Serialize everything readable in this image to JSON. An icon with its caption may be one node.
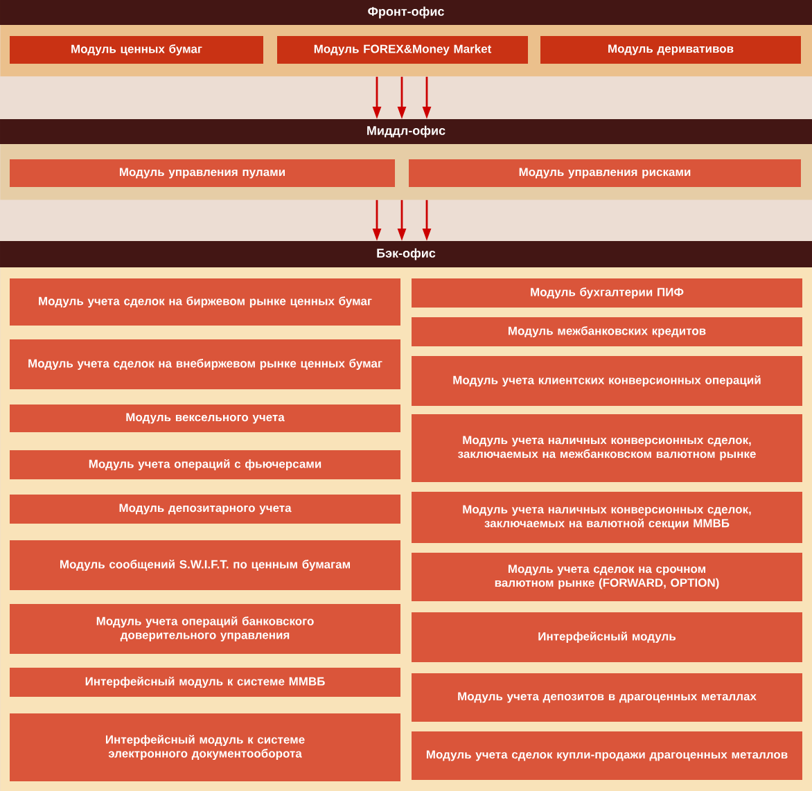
{
  "diagram": {
    "nodes": [
      {
        "text": [
          "Фронт-офис"
        ]
      },
      {
        "text": [
          "Модуль ценных бумаг"
        ],
        "in": 0
      },
      {
        "text": [
          "Модуль FOREX&Money Market"
        ],
        "in": 0
      },
      {
        "text": [
          "Модуль деривативов"
        ],
        "in": 0
      },
      {
        "text": [
          "Миддл-офис"
        ]
      },
      {
        "text": [
          "Модуль управления пулами"
        ],
        "in": 4
      },
      {
        "text": [
          "Модуль управления рисками"
        ],
        "in": 4
      },
      {
        "text": [
          "Бэк-офис"
        ]
      },
      {
        "text": [
          "Модуль учета сделок на биржевом рынке ценных бумаг"
        ],
        "in": 7
      },
      {
        "text": [
          "Модуль учета сделок на внебиржевом рынке ценных бумаг"
        ],
        "in": 7
      },
      {
        "text": [
          "Модуль вексельного учета"
        ],
        "in": 7
      },
      {
        "text": [
          "Модуль учета операций с фьючерсами"
        ],
        "in": 7
      },
      {
        "text": [
          "Модуль депозитарного учета"
        ],
        "in": 7
      },
      {
        "text": [
          "Модуль сообщений S.W.I.F.T. по ценным бумагам"
        ],
        "in": 7
      },
      {
        "text": [
          "Модуль учета операций банковского доверительного управления"
        ],
        "in": 7
      },
      {
        "text": [
          "Интерфейсный модуль к системе ММВБ"
        ],
        "in": 7
      },
      {
        "text": [
          "Интерфейсный модуль к системе электронного документооборота"
        ],
        "in": 7
      },
      {
        "text": [
          "Модуль бухгалтерии ПИФ"
        ],
        "in": 7
      },
      {
        "text": [
          "Модуль межбанковских кредитов"
        ],
        "in": 7
      },
      {
        "text": [
          "Модуль учета клиентских конверсионных операций"
        ],
        "in": 7
      },
      {
        "text": [
          "Модуль учета наличных конверсионных сделок, заключаемых на межбанковском валютном рынке"
        ],
        "in": 7
      },
      {
        "text": [
          "Модуль учета наличных конверсионных сделок, заключаемых на валютной секции ММВБ"
        ],
        "in": 7
      },
      {
        "text": [
          "Модуль учета сделок на срочном валютном рынке (FORWARD, OPTION)"
        ],
        "in": 7
      },
      {
        "text": [
          "Интерфейсный модуль"
        ],
        "in": 7
      },
      {
        "text": [
          "Модуль учета депозитов в драгоценных металлах"
        ],
        "in": 7
      },
      {
        "text": [
          "Модуль учета сделок купли-продажи драгоценных металлов"
        ],
        "in": 7
      }
    ],
    "edges": [
      {
        "from": 0,
        "to": 4,
        "arrow": "to"
      },
      {
        "from": 0,
        "to": 4,
        "arrow": "to"
      },
      {
        "from": 0,
        "to": 4,
        "arrow": "to"
      },
      {
        "from": 4,
        "to": 7,
        "arrow": "to"
      },
      {
        "from": 4,
        "to": 7,
        "arrow": "to"
      },
      {
        "from": 4,
        "to": 7,
        "arrow": "to"
      }
    ]
  }
}
